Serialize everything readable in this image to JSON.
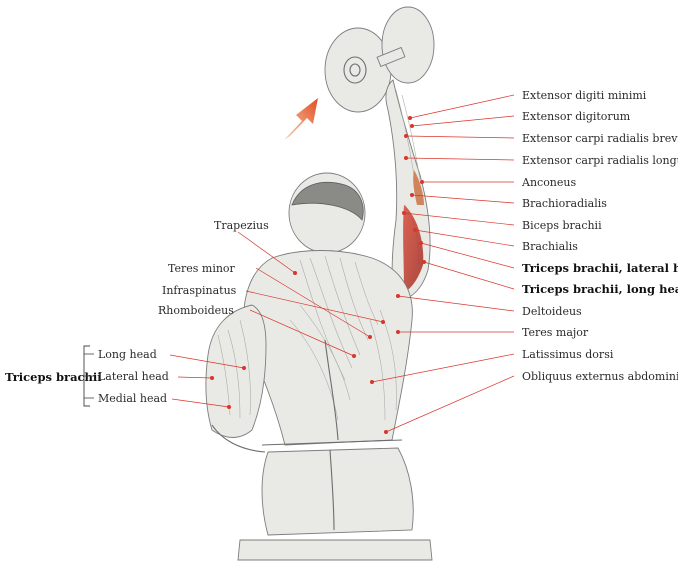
{
  "labels_right": [
    "Extensor digiti minimi",
    "Extensor digitorum",
    "Extensor carpi radialis brevis",
    "Extensor carpi radialis longus",
    "Anconeus",
    "Brachioradialis",
    "Biceps brachii",
    "Brachialis",
    "Triceps brachii, lateral head",
    "Triceps brachii, long head",
    "Deltoideus",
    "Teres major",
    "Latissimus dorsi",
    "Obliquus externus abdominis"
  ],
  "labels_left": [
    "Trapezius",
    "Teres minor",
    "Infraspinatus",
    "Rhomboideus"
  ],
  "triceps_group": {
    "title": "Triceps brachii",
    "heads": [
      "Long head",
      "Lateral head",
      "Medial head"
    ]
  },
  "colors": {
    "leader": "#d9362b",
    "arrow_top": "#e3582a",
    "arrow_bottom": "#f6c3a2",
    "triceps_highlight": "#c0392b"
  }
}
